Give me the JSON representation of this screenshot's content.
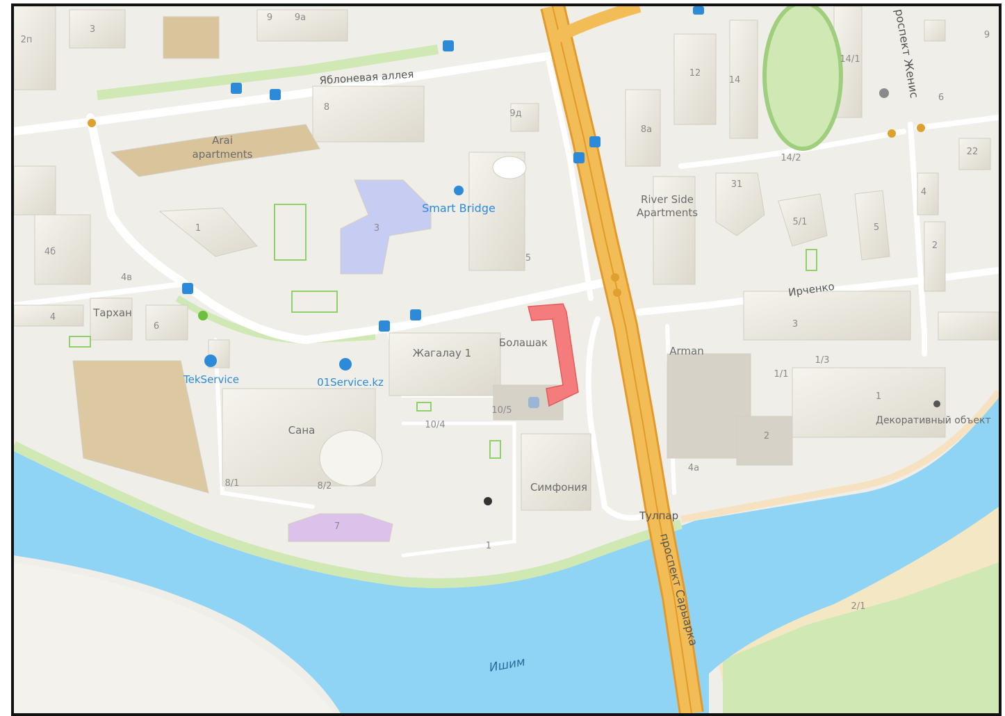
{
  "map": {
    "colors": {
      "background": "#efeee8",
      "water": "#8fd3f5",
      "park": "#cfe8b4",
      "sand": "#f4e7c3",
      "road_major": "#f2bd57",
      "road_major_edge": "#e39a2b",
      "building": "#e4e1d6",
      "building_shadow": "#d2cec1",
      "highlight": "#f47c7c",
      "poi_blue": "#2d8ad8"
    },
    "highlighted_building": "highlight",
    "street_labels": {
      "apple_alley": "Яблоневая аллея",
      "irchenko": "Ирченко",
      "saryarka": "проспект Сарыарка",
      "zhenis": "роспект Женис",
      "tulpar": "Тулпар",
      "river": "Ишим"
    },
    "places": {
      "arai": [
        "Arai",
        "apartments"
      ],
      "smart_bridge": "Smart Bridge",
      "river_side": [
        "River Side",
        "Apartments"
      ],
      "tarkhan": "Тархан",
      "bolashak": "Болашак",
      "zhagalau": "Жагалау 1",
      "arman": "Arman",
      "tekservice": "TekService",
      "service01": "01Service.kz",
      "sana": "Сана",
      "simfonia": "Симфония",
      "decor": "Декоративный объект"
    },
    "house_numbers": [
      "2п",
      "3",
      "9",
      "9а",
      "8",
      "9д",
      "12",
      "14",
      "14/1",
      "6",
      "9",
      "8а",
      "14/2",
      "22",
      "31",
      "4",
      "5/1",
      "5",
      "2",
      "1",
      "3",
      "4б",
      "4в",
      "5",
      "4",
      "6",
      "3",
      "1/1",
      "1/3",
      "1",
      "10/5",
      "10/4",
      "8/1",
      "8/2",
      "7",
      "2",
      "4а",
      "1",
      "2/1"
    ]
  }
}
